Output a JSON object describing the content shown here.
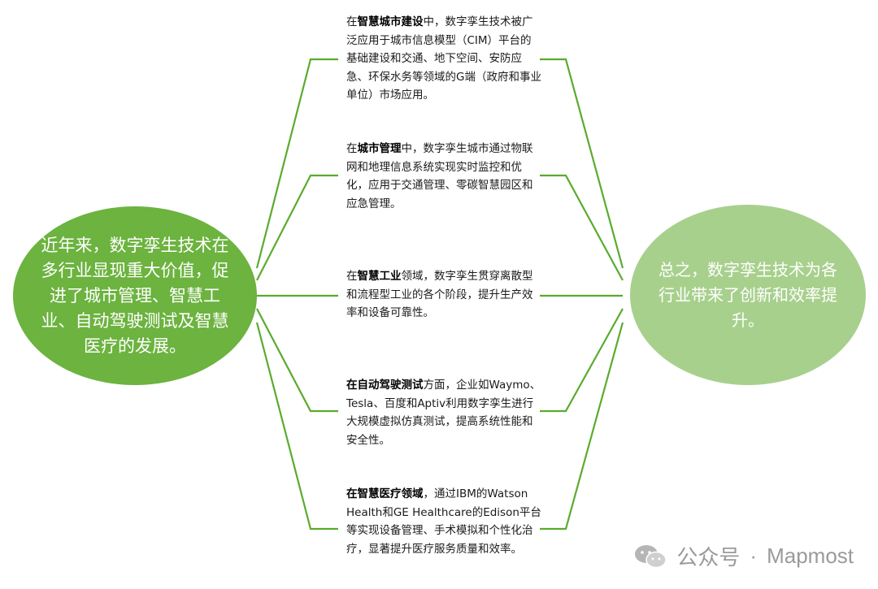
{
  "left_circle": {
    "text": "近年来，数字孪生技术在多行业显现重大价值，促进了城市管理、智慧工业、自动驾驶测试及智慧医疗的发展。"
  },
  "right_circle": {
    "text": "总之，数字孪生技术为各行业带来了创新和效率提升。"
  },
  "blocks": [
    {
      "pre": "在",
      "bold": "智慧城市建设",
      "post": "中，数字孪生技术被广泛应用于城市信息模型（CIM）平台的基础建设和交通、地下空间、安防应急、环保水务等领域的G端（政府和事业单位）市场应用。"
    },
    {
      "pre": "在",
      "bold": "城市管理",
      "post": "中，数字孪生城市通过物联网和地理信息系统实现实时监控和优化，应用于交通管理、零碳智慧园区和应急管理。"
    },
    {
      "pre": "在",
      "bold": "智慧工业",
      "post": "领域，数字孪生贯穿离散型和流程型工业的各个阶段，提升生产效率和设备可靠性。"
    },
    {
      "pre": "",
      "bold": "在自动驾驶测试",
      "post": "方面，企业如Waymo、Tesla、百度和Aptiv利用数字孪生进行大规模虚拟仿真测试，提高系统性能和安全性。"
    },
    {
      "pre": "",
      "bold": "在智慧医疗领域",
      "post": "，通过IBM的Watson Health和GE Healthcare的Edison平台等实现设备管理、手术模拟和个性化治疗，显著提升医疗服务质量和效率。"
    }
  ],
  "watermark": {
    "account": "公众号",
    "separator": "·",
    "name": "Mapmost"
  },
  "colors": {
    "line": "#5aab2e",
    "left_circle": "#6cb33f",
    "right_circle": "#a8d08d"
  }
}
